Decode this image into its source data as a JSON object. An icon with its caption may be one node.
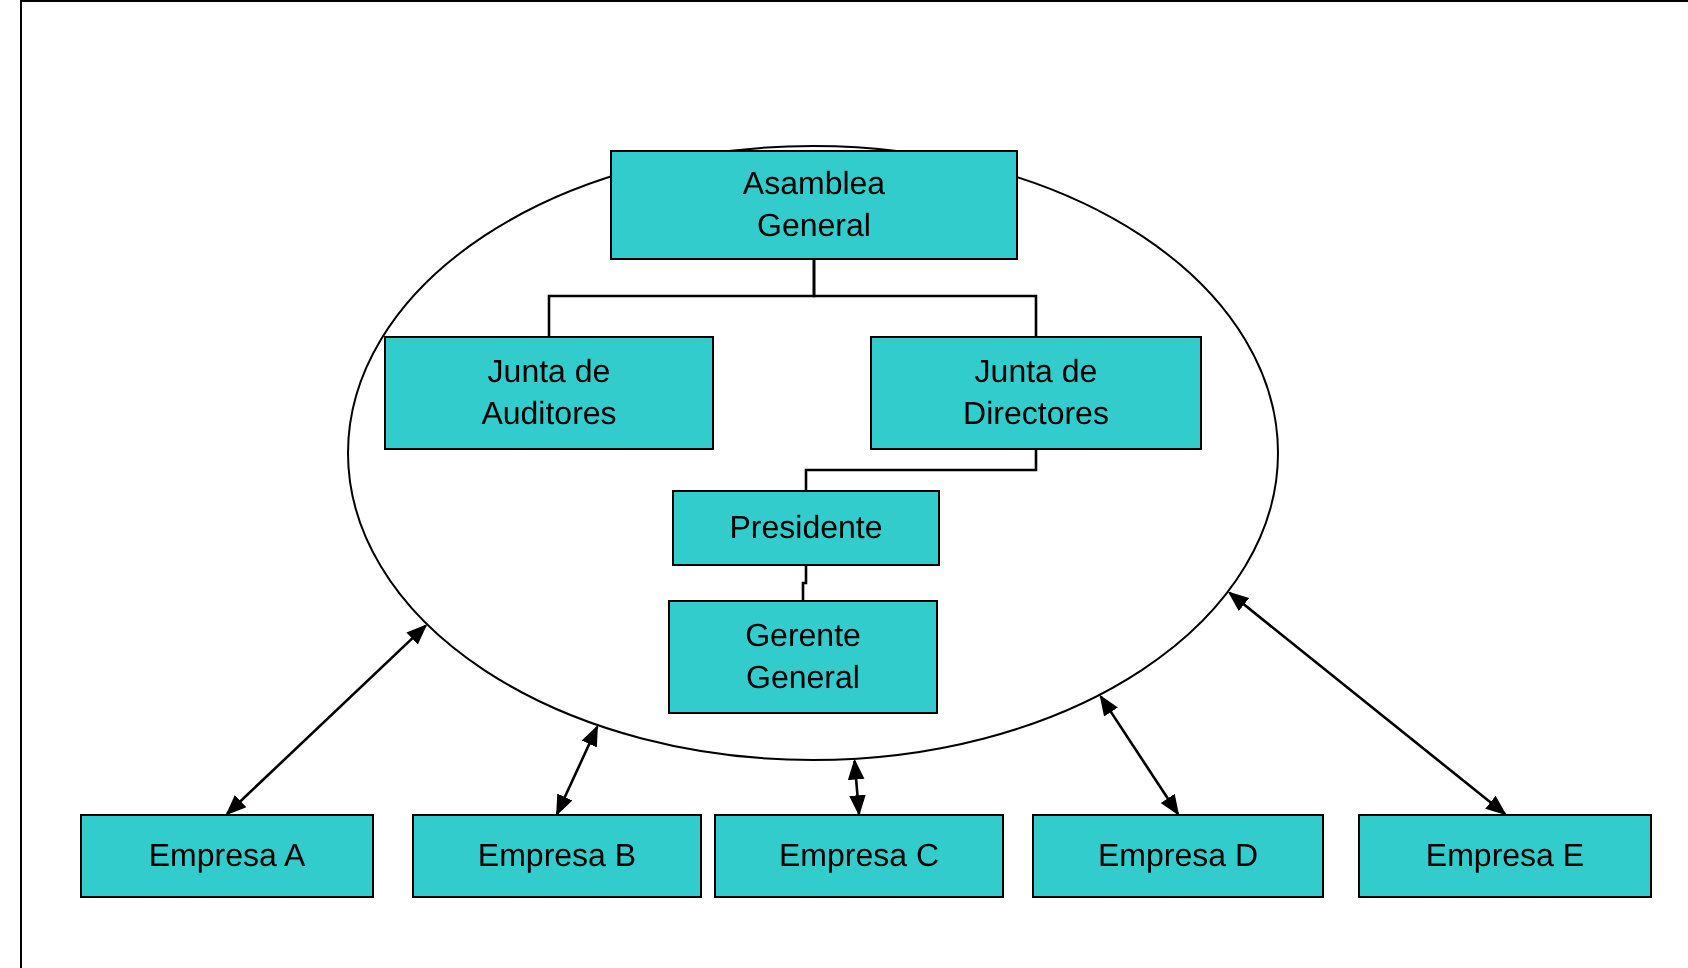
{
  "diagram": {
    "nodes": [
      {
        "text": [],
        "shape": "ellipse"
      },
      {
        "text": [
          "Asamblea General"
        ],
        "in": 0
      },
      {
        "text": [
          "Junta de Auditores"
        ],
        "in": 0
      },
      {
        "text": [
          "Junta de Directores"
        ],
        "in": 0
      },
      {
        "text": [
          "Presidente"
        ],
        "in": 0
      },
      {
        "text": [
          "Gerente General"
        ],
        "in": 0
      },
      {
        "text": [
          "Empresa A"
        ]
      },
      {
        "text": [
          "Empresa B"
        ]
      },
      {
        "text": [
          "Empresa C"
        ]
      },
      {
        "text": [
          "Empresa D"
        ]
      },
      {
        "text": [
          "Empresa E"
        ]
      }
    ],
    "edges": [
      {
        "from": 1,
        "to": 2,
        "arrow": "none"
      },
      {
        "from": 1,
        "to": 3,
        "arrow": "none"
      },
      {
        "from": 3,
        "to": 4,
        "arrow": "none"
      },
      {
        "from": 4,
        "to": 5,
        "arrow": "none"
      },
      {
        "from": 6,
        "to": 0,
        "arrow": "both"
      },
      {
        "from": 7,
        "to": 0,
        "arrow": "both"
      },
      {
        "from": 8,
        "to": 0,
        "arrow": "both"
      },
      {
        "from": 9,
        "to": 0,
        "arrow": "both"
      },
      {
        "from": 10,
        "to": 0,
        "arrow": "both"
      }
    ]
  }
}
